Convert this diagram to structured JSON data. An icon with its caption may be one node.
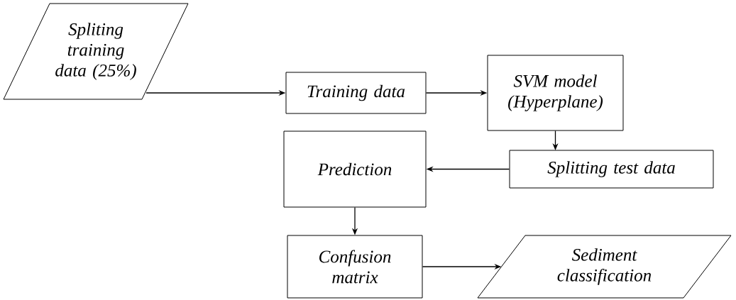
{
  "diagram": {
    "nodes": [
      {
        "text": [
          "Spliting training data (25%)"
        ]
      },
      {
        "text": [
          "Training data"
        ]
      },
      {
        "text": [
          "SVM model (Hyperplane)"
        ]
      },
      {
        "text": [
          "Splitting test data"
        ]
      },
      {
        "text": [
          "Prediction"
        ]
      },
      {
        "text": [
          "Confusion matrix"
        ]
      },
      {
        "text": [
          "Sediment classification"
        ]
      }
    ],
    "edges": [
      {
        "from": 0,
        "to": 1,
        "arrow": "to"
      },
      {
        "from": 1,
        "to": 2,
        "arrow": "to"
      },
      {
        "from": 2,
        "to": 3,
        "arrow": "to"
      },
      {
        "from": 3,
        "to": 4,
        "arrow": "to"
      },
      {
        "from": 4,
        "to": 5,
        "arrow": "to"
      },
      {
        "from": 5,
        "to": 6,
        "arrow": "to"
      }
    ]
  }
}
